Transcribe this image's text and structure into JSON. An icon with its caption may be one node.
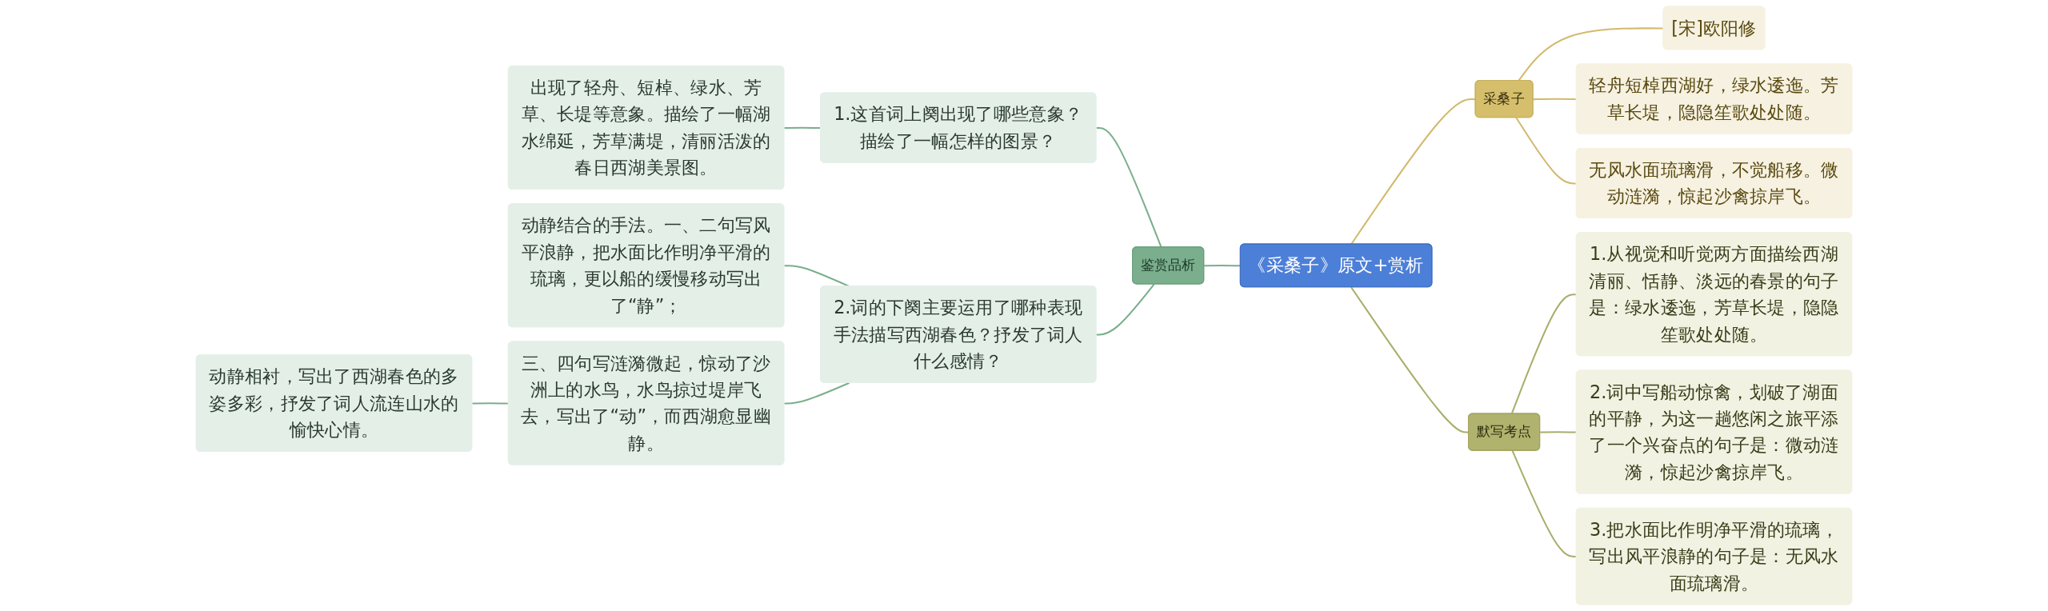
{
  "diagram": {
    "nodes": [
      {
        "text": [
          "《采桑子》原文+赏析"
        ]
      },
      {
        "text": [
          "鉴赏品析"
        ]
      },
      {
        "text": [
          "1.这首词上阕出现了哪些意象？描绘了一幅怎样的图景？"
        ]
      },
      {
        "text": [
          "出现了轻舟、短棹、绿水、芳草、长堤等意象。描绘了一幅湖水绵延，芳草满堤，清丽活泼的春日西湖美景图。"
        ]
      },
      {
        "text": [
          "2.词的下阕主要运用了哪种表现手法描写西湖春色？抒发了词人什么感情？"
        ]
      },
      {
        "text": [
          "动静结合的手法。一、二句写风平浪静，把水面比作明净平滑的琉璃，更以船的缓慢移动写出了“静”；"
        ]
      },
      {
        "text": [
          "三、四句写涟漪微起，惊动了沙洲上的水鸟，水鸟掠过堤岸飞去，写出了“动”，而西湖愈显幽静。"
        ]
      },
      {
        "text": [
          "动静相衬，写出了西湖春色的多姿多彩，抒发了词人流连山水的愉快心情。"
        ]
      },
      {
        "text": [
          "采桑子"
        ]
      },
      {
        "text": [
          "[宋]欧阳修"
        ]
      },
      {
        "text": [
          "轻舟短棹西湖好，绿水逶迤。芳草长堤，隐隐笙歌处处随。"
        ]
      },
      {
        "text": [
          "无风水面琉璃滑，不觉船移。微动涟漪，惊起沙禽掠岸飞。"
        ]
      },
      {
        "text": [
          "默写考点"
        ]
      },
      {
        "text": [
          "1.从视觉和听觉两方面描绘西湖清丽、恬静、淡远的春景的句子是：绿水逶迤，芳草长堤，隐隐笙歌处处随。"
        ]
      },
      {
        "text": [
          "2.词中写船动惊禽，划破了湖面的平静，为这一趟悠闲之旅平添了一个兴奋点的句子是：微动涟漪，惊起沙禽掠岸飞。"
        ]
      },
      {
        "text": [
          "3.把水面比作明净平滑的琉璃，写出风平浪静的句子是：无风水面琉璃滑。"
        ]
      }
    ],
    "edges": [
      {
        "from": 0,
        "to": 1,
        "arrow": "none",
        "color": "#7aae8c"
      },
      {
        "from": 1,
        "to": 2,
        "arrow": "none",
        "color": "#7aae8c"
      },
      {
        "from": 2,
        "to": 3,
        "arrow": "none",
        "color": "#7aae8c"
      },
      {
        "from": 1,
        "to": 4,
        "arrow": "none",
        "color": "#7aae8c"
      },
      {
        "from": 4,
        "to": 5,
        "arrow": "none",
        "color": "#7aae8c"
      },
      {
        "from": 4,
        "to": 6,
        "arrow": "none",
        "color": "#7aae8c"
      },
      {
        "from": 6,
        "to": 7,
        "arrow": "none",
        "color": "#7aae8c"
      },
      {
        "from": 0,
        "to": 8,
        "arrow": "none",
        "color": "#d2ba6c"
      },
      {
        "from": 8,
        "to": 9,
        "arrow": "none",
        "color": "#d2ba6c"
      },
      {
        "from": 8,
        "to": 10,
        "arrow": "none",
        "color": "#d2ba6c"
      },
      {
        "from": 8,
        "to": 11,
        "arrow": "none",
        "color": "#d2ba6c"
      },
      {
        "from": 0,
        "to": 12,
        "arrow": "none",
        "color": "#a9ae6a"
      },
      {
        "from": 12,
        "to": 13,
        "arrow": "none",
        "color": "#a9ae6a"
      },
      {
        "from": 12,
        "to": 14,
        "arrow": "none",
        "color": "#a9ae6a"
      },
      {
        "from": 12,
        "to": 15,
        "arrow": "none",
        "color": "#a9ae6a"
      }
    ]
  }
}
